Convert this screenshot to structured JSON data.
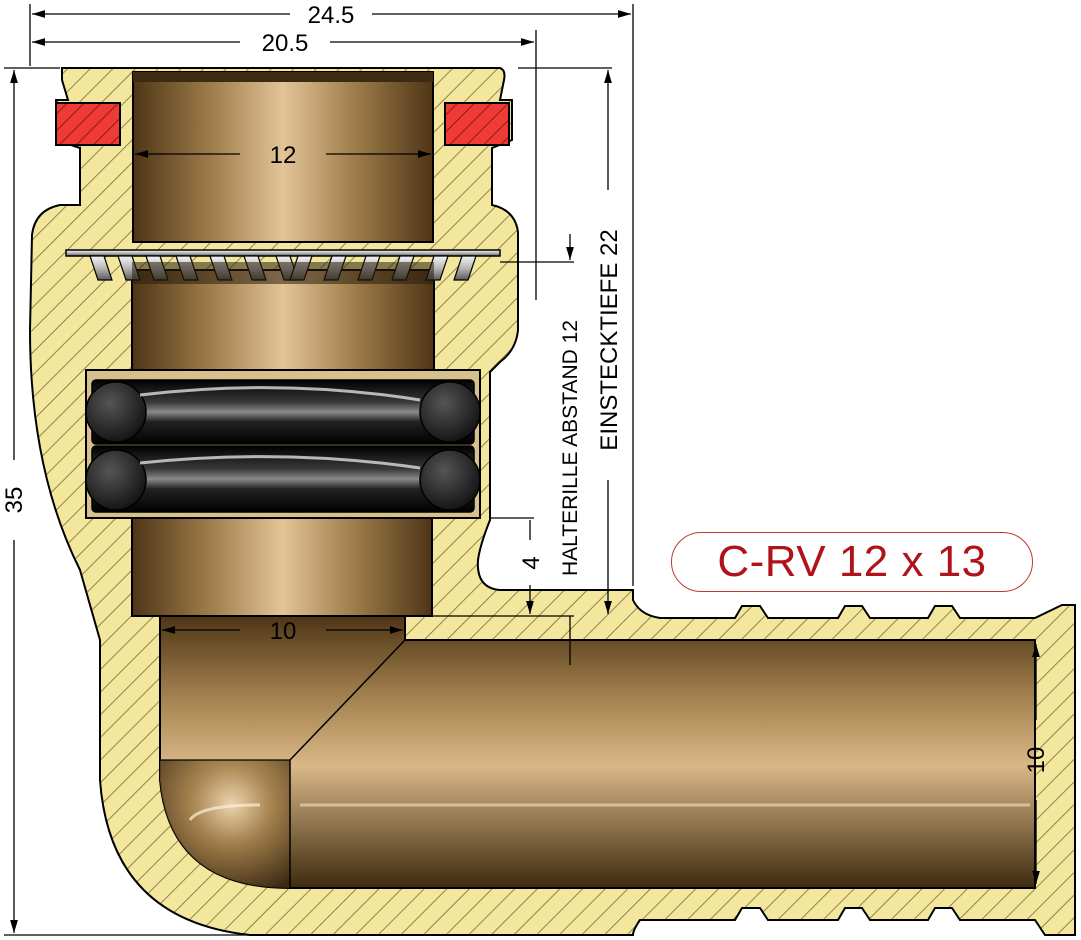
{
  "product_label": "C-RV 12 x 13",
  "dimensions": {
    "overall_width": "24.5",
    "body_width": "20.5",
    "inner_diameter_top": "12",
    "inner_diameter_bottom": "10",
    "outlet_diameter": "10",
    "height": "35",
    "groove_offset": "4",
    "groove_distance": "HALTERILLE ABSTAND 12",
    "insertion_depth": "EINSTECKTIEFE 22"
  },
  "colors": {
    "brass_hatch": "#f1e69a",
    "bore_mid": "#c8a574",
    "bore_dark": "#5b3f1c",
    "oring": "#111111",
    "seal_red": "#e53935",
    "label_red": "#b0141a"
  }
}
